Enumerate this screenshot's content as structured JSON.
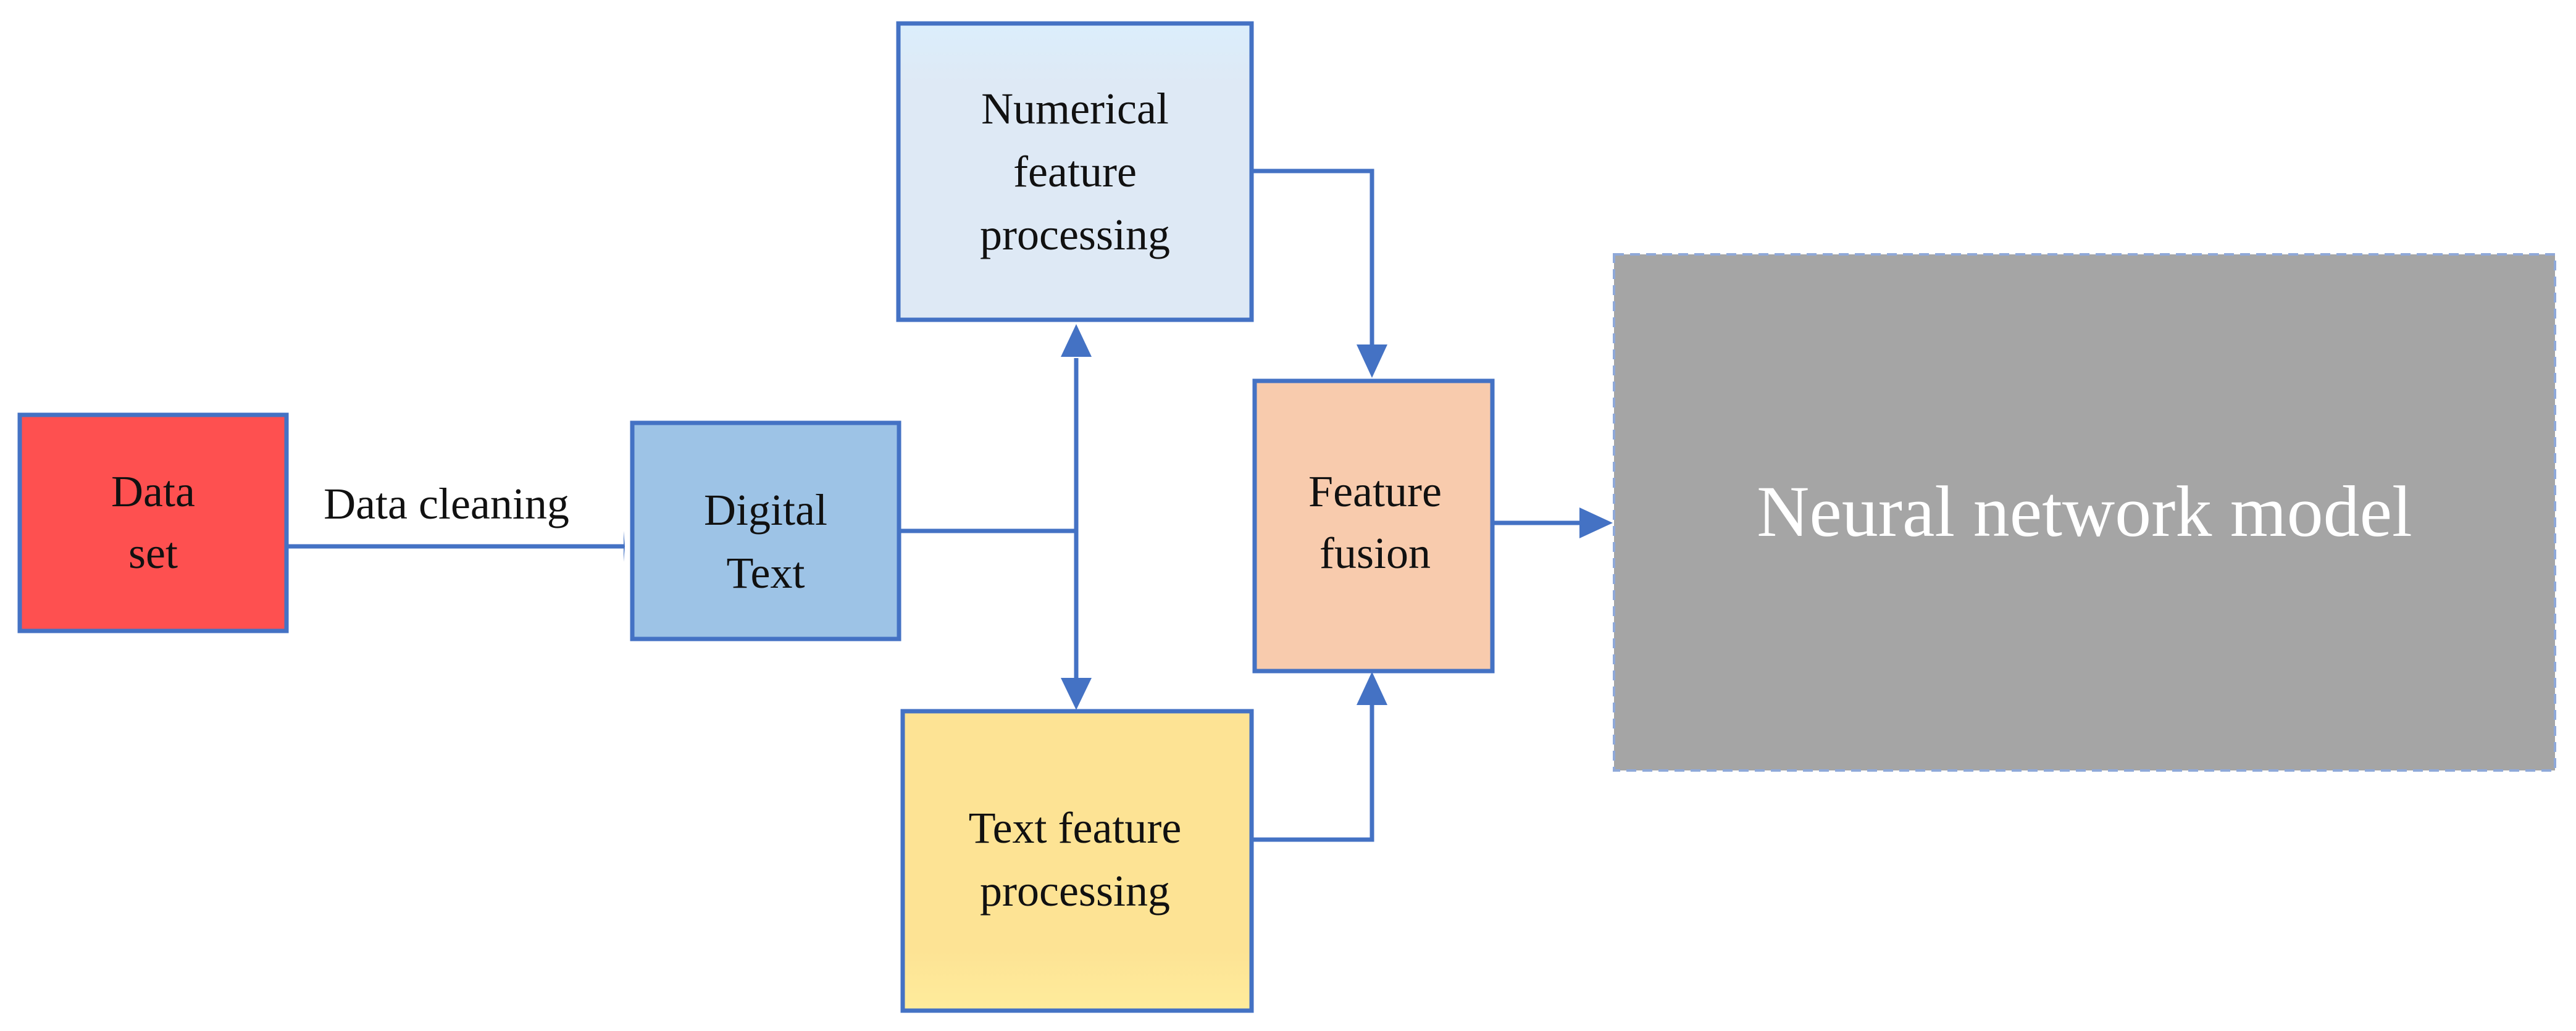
{
  "nodes": {
    "dataset": {
      "lines": [
        "Data",
        "set"
      ],
      "fill": "#fe5050"
    },
    "digital_text": {
      "lines": [
        "Digital",
        "Text"
      ],
      "fill": "#9dc3e6"
    },
    "numerical": {
      "lines": [
        "Numerical",
        "feature",
        "processing"
      ],
      "fill_top": "#dbeefc",
      "fill_bottom": "#dee9f5"
    },
    "text_feature": {
      "lines": [
        "Text feature",
        "processing"
      ],
      "fill_top": "#fde394",
      "fill_bottom": "#feec9c"
    },
    "fusion": {
      "lines": [
        "Feature",
        "fusion"
      ],
      "fill": "#f8cbad"
    },
    "neural": {
      "label": "Neural network model",
      "fill": "#a5a5a5",
      "text_color": "#ffffff"
    }
  },
  "edges": {
    "cleaning_label": "Data cleaning"
  },
  "colors": {
    "border": "#4472c4",
    "connector": "#4472c4",
    "neural_border": "#8fa9d9"
  }
}
